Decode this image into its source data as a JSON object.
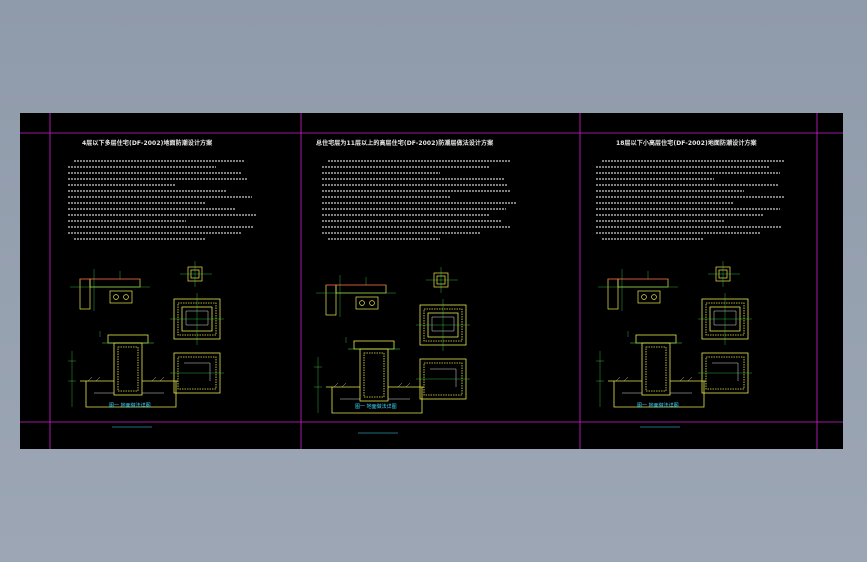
{
  "panels": [
    {
      "title": "4层以下多层住宅(DF-2002)地面防潮设计方案",
      "caption": "图一 地面做法详图"
    },
    {
      "title": "总住宅层为11层以上的高层住宅(DF-2002)防潮层做法设计方案",
      "caption": "图一 地面做法详图"
    },
    {
      "title": "18层以下小高层住宅(DF-2002)地面防潮设计方案",
      "caption": "图一 地面做法详图"
    }
  ],
  "colors": {
    "sheet": "#000000",
    "frame": "#d21ed2",
    "detail": "#e8e84a",
    "dim": "#3fd74a",
    "caption": "#3fd7ff"
  }
}
